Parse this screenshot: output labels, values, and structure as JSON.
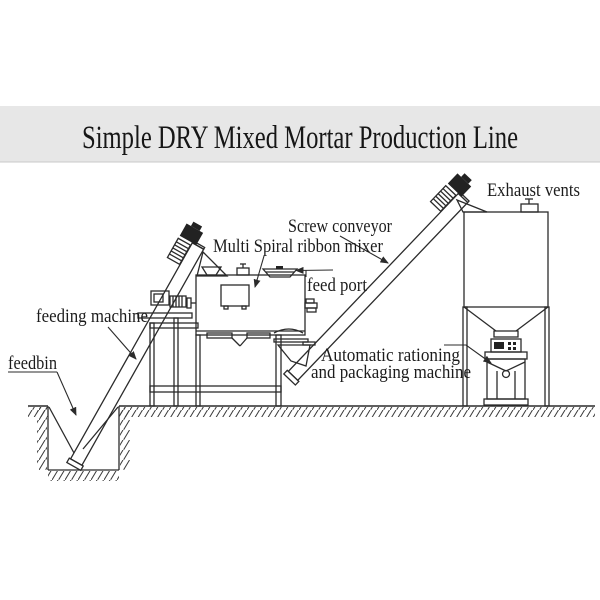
{
  "title": "Simple DRY Mixed Mortar Production Line",
  "colors": {
    "background": "#ffffff",
    "title_band_bg": "#e7e7e7",
    "line_art": "#2b2b2b",
    "text": "#1c1c1c"
  },
  "labels": {
    "feeding_machine": "feeding machine",
    "feedbin": "feedbin",
    "screw_conveyor": "Screw conveyor",
    "mixer": "Multi Spiral ribbon mixer",
    "feed_port": "feed port",
    "exhaust_vents": "Exhaust vents",
    "packaging_line1": "Automatic rationing",
    "packaging_line2": "and packaging machine"
  }
}
